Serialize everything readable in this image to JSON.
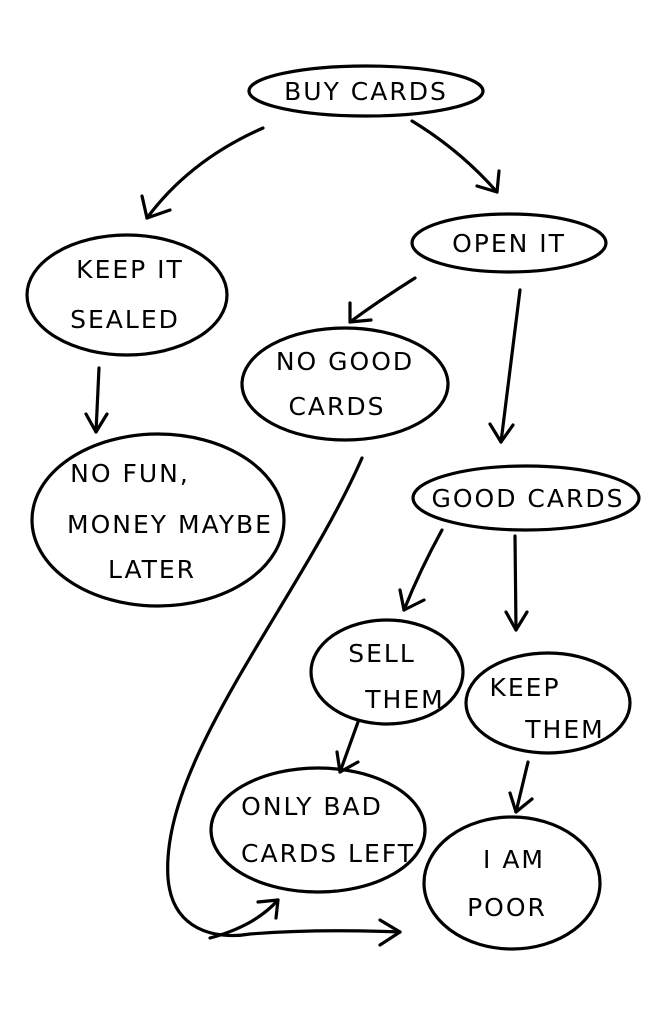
{
  "diagram": {
    "nodes": {
      "buy_cards": {
        "lines": [
          "BUY CARDS"
        ]
      },
      "keep_it_sealed": {
        "lines": [
          "KEEP IT",
          "SEALED"
        ]
      },
      "open_it": {
        "lines": [
          "OPEN IT"
        ]
      },
      "no_good_cards": {
        "lines": [
          "NO GOOD",
          "CARDS"
        ]
      },
      "no_fun": {
        "lines": [
          "NO FUN,",
          "MONEY MAYBE",
          "LATER"
        ]
      },
      "good_cards": {
        "lines": [
          "GOOD CARDS"
        ]
      },
      "sell_them": {
        "lines": [
          "SELL",
          "THEM"
        ]
      },
      "keep_them": {
        "lines": [
          "KEEP",
          "THEM"
        ]
      },
      "only_bad_cards_left": {
        "lines": [
          "ONLY BAD",
          "CARDS LEFT"
        ]
      },
      "i_am_poor": {
        "lines": [
          "I AM",
          "POOR"
        ]
      }
    },
    "edges": [
      {
        "from": "buy_cards",
        "to": "keep_it_sealed"
      },
      {
        "from": "buy_cards",
        "to": "open_it"
      },
      {
        "from": "keep_it_sealed",
        "to": "no_fun"
      },
      {
        "from": "open_it",
        "to": "no_good_cards"
      },
      {
        "from": "open_it",
        "to": "good_cards"
      },
      {
        "from": "no_good_cards",
        "to": "only_bad_cards_left"
      },
      {
        "from": "no_good_cards",
        "to": "i_am_poor"
      },
      {
        "from": "good_cards",
        "to": "sell_them"
      },
      {
        "from": "good_cards",
        "to": "keep_them"
      },
      {
        "from": "sell_them",
        "to": "only_bad_cards_left"
      },
      {
        "from": "keep_them",
        "to": "i_am_poor"
      }
    ]
  }
}
